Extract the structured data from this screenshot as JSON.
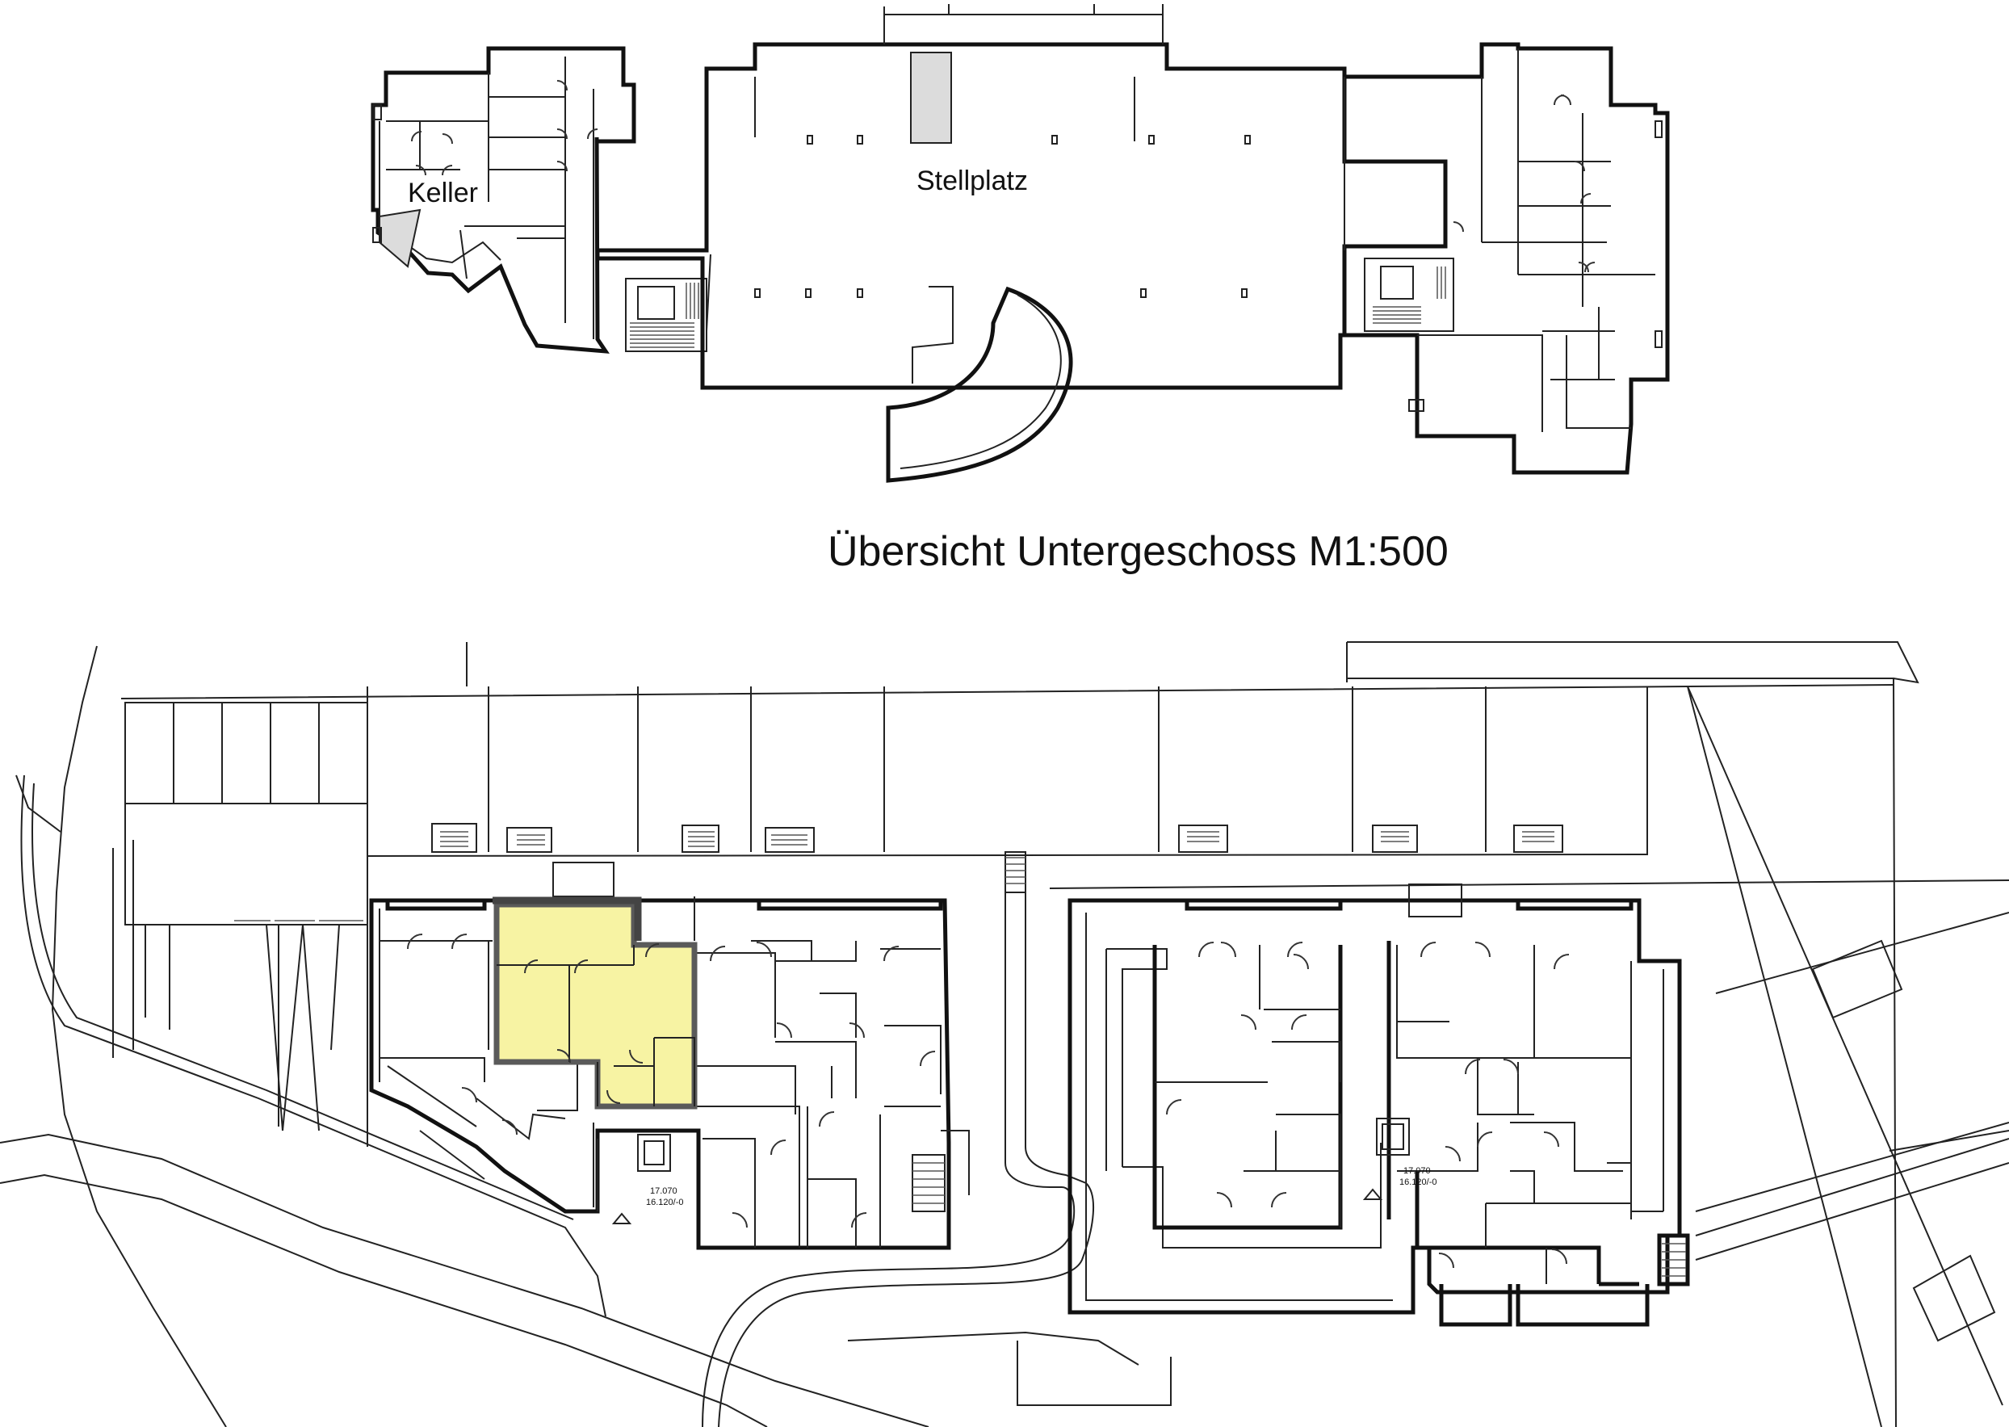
{
  "labels": {
    "keller": "Keller",
    "stellplatz": "Stellplatz",
    "title": "Übersicht Untergeschoss M1:500"
  },
  "level_markers": {
    "left_a": "17.070",
    "left_b": "16.120/-0",
    "right_a": "17.070",
    "right_b": "16.120/-0"
  },
  "colors": {
    "highlight_unit": "#f7f3a3",
    "highlight_unit_border": "#5a5a5a",
    "line": "#222222",
    "grey_fill": "#dcdcdc"
  }
}
